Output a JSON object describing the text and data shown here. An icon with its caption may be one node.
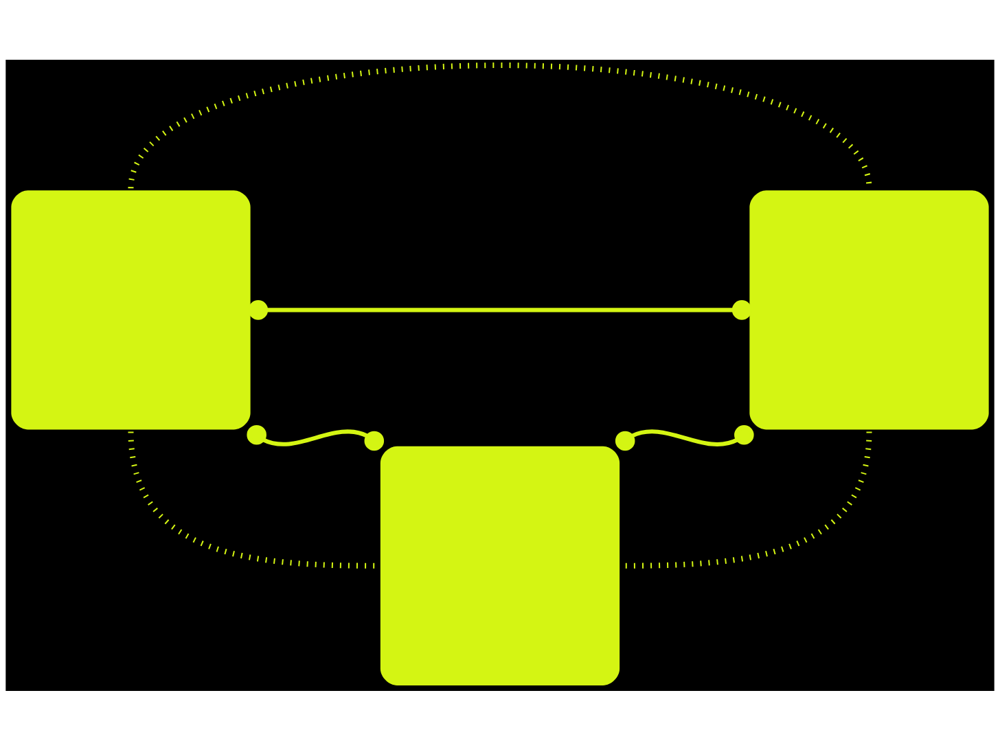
{
  "diagram": {
    "nodes": [
      {
        "text": [],
        "shape": "box"
      },
      {
        "text": [],
        "shape": "box"
      },
      {
        "text": [],
        "shape": "box"
      }
    ],
    "edges": [
      {
        "from": 0,
        "to": 1,
        "arrow": "none",
        "style": "dashed"
      },
      {
        "from": 0,
        "to": 1,
        "arrow": "other"
      },
      {
        "from": 0,
        "to": 2,
        "arrow": "other"
      },
      {
        "from": 1,
        "to": 2,
        "arrow": "other"
      },
      {
        "from": 0,
        "to": 2,
        "arrow": "none",
        "style": "dashed"
      },
      {
        "from": 1,
        "to": 2,
        "arrow": "none",
        "style": "dashed"
      }
    ]
  }
}
